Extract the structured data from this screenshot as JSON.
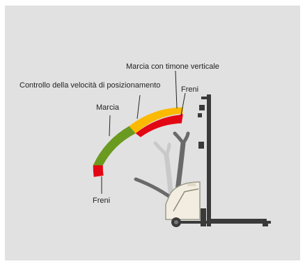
{
  "labels": {
    "tiller_vertical": "Marcia con timone verticale",
    "creep_speed": "Controllo della velocità di posizionamento",
    "brake_top": "Freni",
    "drive": "Marcia",
    "brake_bottom": "Freni"
  },
  "zones": [
    {
      "name": "Freni",
      "color": "#e30613"
    },
    {
      "name": "Marcia",
      "color": "#6a9a1f"
    },
    {
      "name": "Controllo della velocità di posizionamento",
      "color": "#fbb900"
    },
    {
      "name": "Freni",
      "color": "#e30613"
    }
  ],
  "colors": {
    "background": "#e1e1e1",
    "mast": "#3a3a3a",
    "body": "#f2ede0",
    "tiller_ghost": "#c9c9c9",
    "tiller": "#6a6a6a",
    "leader_line": "#222222"
  }
}
